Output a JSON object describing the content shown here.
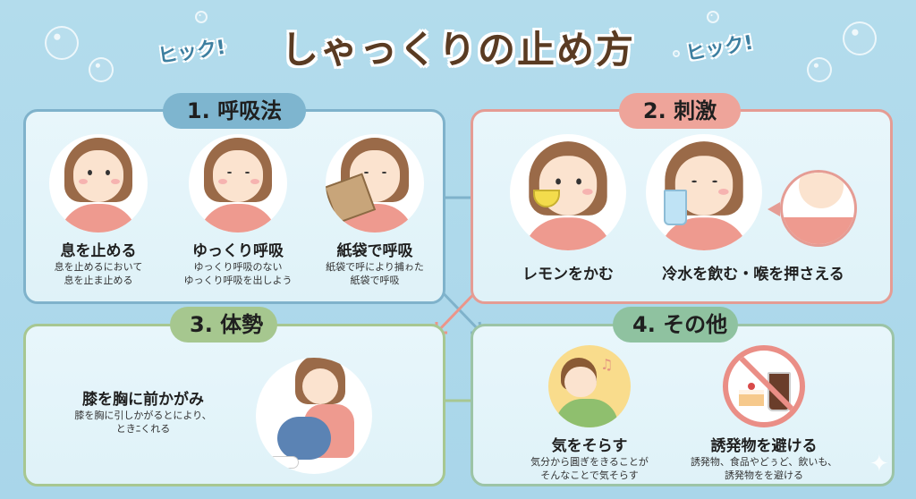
{
  "header": {
    "title": "しゃっくりの止め方",
    "sfx_left": "ヒック!",
    "sfx_right": "ヒック!"
  },
  "colors": {
    "background": "#b3dcec",
    "section1": "#7eb5cf",
    "section2": "#eea49a",
    "section3": "#a6c78f",
    "section4": "#8fc2a0",
    "title_text": "#5a3b22"
  },
  "sections": [
    {
      "label": "1. 呼吸法",
      "items": [
        {
          "title": "息を止める",
          "desc": [
            "息を止めるにおいて",
            "息を止ま止める"
          ],
          "icon": "person-holding-breath-icon"
        },
        {
          "title": "ゆっくり呼吸",
          "desc": [
            "ゆっくり呼吸のない",
            "ゆっくり呼吸を出しよう"
          ],
          "icon": "person-slow-breathing-icon"
        },
        {
          "title": "紙袋で呼吸",
          "desc": [
            "紙袋で呼により捕ゎた",
            "紙袋で呼吸"
          ],
          "icon": "person-paper-bag-icon"
        }
      ]
    },
    {
      "label": "2. 刺激",
      "items": [
        {
          "title": "レモンをかむ",
          "icon": "person-lemon-icon"
        },
        {
          "title": "冷水を飲む・喉を押さえる",
          "icon": "person-cold-water-icon"
        }
      ]
    },
    {
      "label": "3. 体勢",
      "items": [
        {
          "title": "膝を胸に前かがみ",
          "desc": [
            "膝を胸に引しかがるとにより、",
            "ときﾆくれる"
          ],
          "icon": "person-hugging-knees-icon"
        }
      ]
    },
    {
      "label": "4. その他",
      "items": [
        {
          "title": "気をそらす",
          "desc": [
            "気分から圓ぎをきることが",
            "そんなことで気そらす"
          ],
          "icon": "boy-distraction-icon"
        },
        {
          "title": "誘発物を避ける",
          "desc": [
            "誘発物、食品やどぅど、飲いも、",
            "誘発物をを避ける"
          ],
          "icon": "no-cake-drink-icon"
        }
      ]
    }
  ]
}
